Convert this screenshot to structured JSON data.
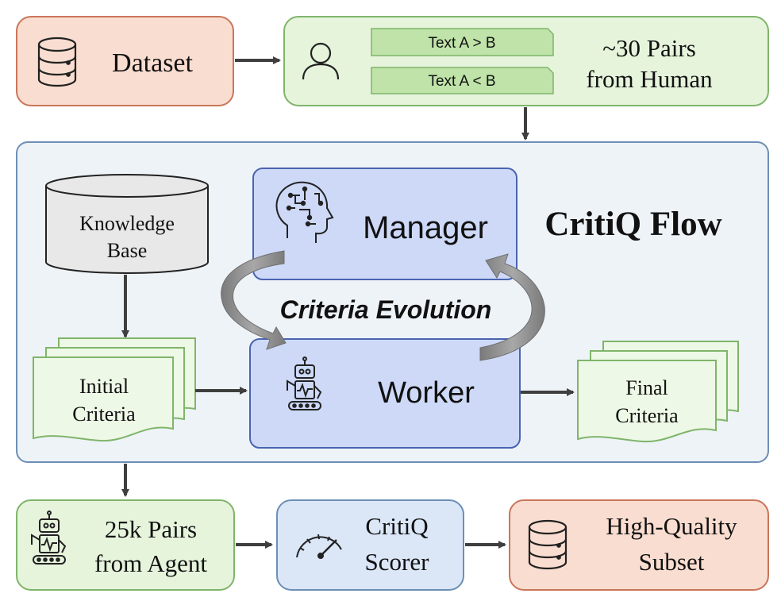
{
  "top": {
    "dataset_label": "Dataset",
    "pref_tag_1": "Text A > B",
    "pref_tag_2": "Text A < B",
    "human_line1": "~30 Pairs",
    "human_line2": "from Human"
  },
  "flow": {
    "title": "CritiQ Flow",
    "knowledge_line1": "Knowledge",
    "knowledge_line2": "Base",
    "manager_label": "Manager",
    "worker_label": "Worker",
    "evolution_label": "Criteria Evolution",
    "initial_line1": "Initial",
    "initial_line2": "Criteria",
    "final_line1": "Final",
    "final_line2": "Criteria"
  },
  "bottom": {
    "agent_line1": "25k Pairs",
    "agent_line2": "from Agent",
    "scorer_line1": "CritiQ",
    "scorer_line2": "Scorer",
    "subset_line1": "High-Quality",
    "subset_line2": "Subset"
  },
  "colors": {
    "orange_fill": "#f9ddd0",
    "orange_stroke": "#c9765a",
    "green_fill": "#e6f4dc",
    "green_stroke": "#7fb56a",
    "tag_fill": "#bfe3a8",
    "panel_fill": "#eef3f8",
    "panel_stroke": "#6d8fb5",
    "blue_fill": "#cdd9f7",
    "blue_stroke": "#4a64b0",
    "scorer_fill": "#dbe6f7",
    "gray_fill": "#e8e8e8",
    "arrow": "#3f3f3f",
    "cycle_arrow": "#8c8c8c"
  },
  "icons": [
    "database-icon",
    "person-icon",
    "brain-head-icon",
    "robot-icon",
    "speedometer-icon"
  ]
}
